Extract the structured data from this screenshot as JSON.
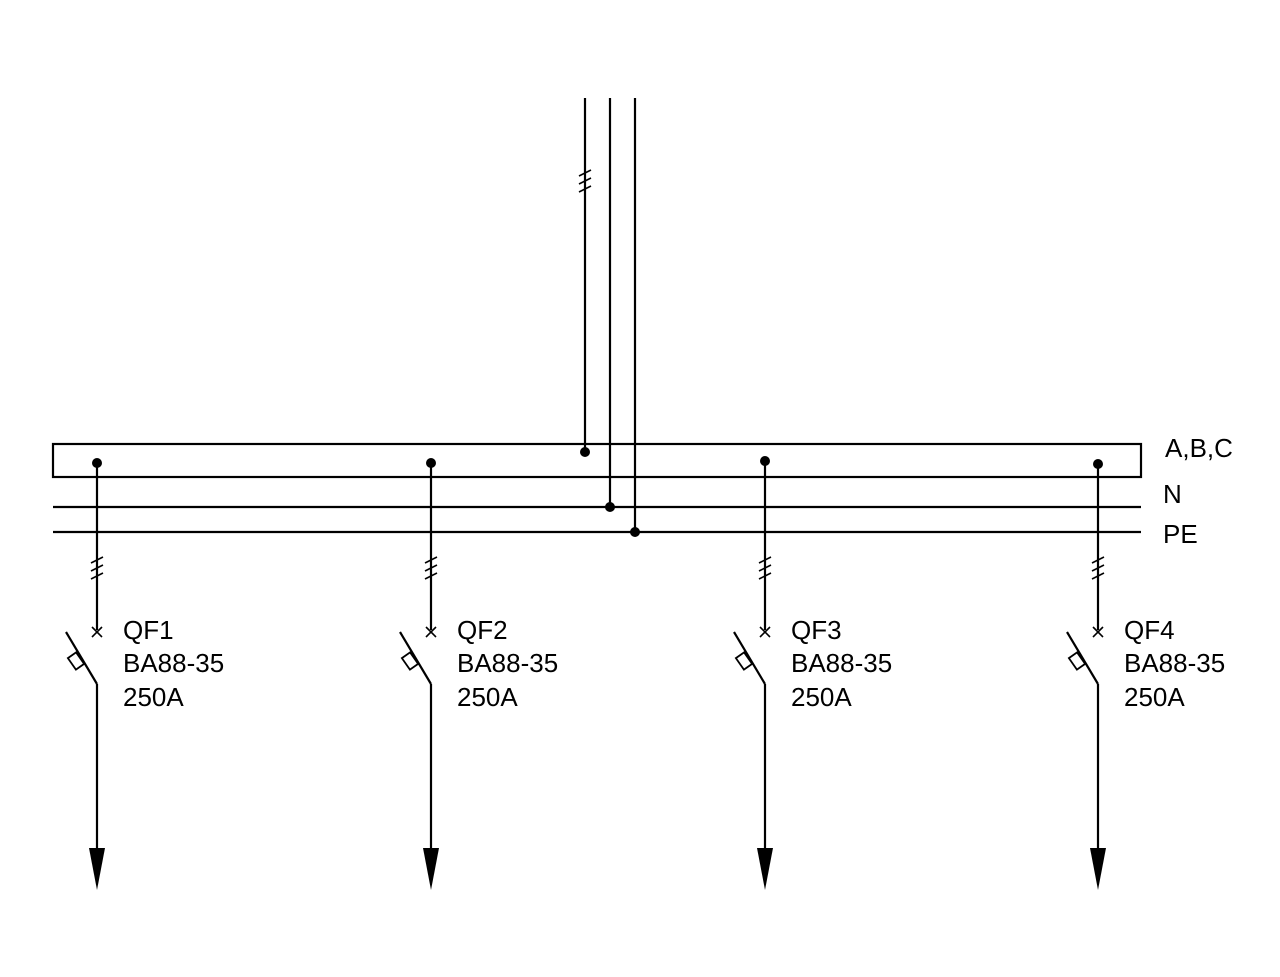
{
  "buses": {
    "phase_label": "A,B,C",
    "neutral_label": "N",
    "earth_label": "PE"
  },
  "feeders": [
    {
      "id": "QF1",
      "model": "BA88-35",
      "rating": "250A"
    },
    {
      "id": "QF2",
      "model": "BA88-35",
      "rating": "250A"
    },
    {
      "id": "QF3",
      "model": "BA88-35",
      "rating": "250A"
    },
    {
      "id": "QF4",
      "model": "BA88-35",
      "rating": "250A"
    }
  ]
}
